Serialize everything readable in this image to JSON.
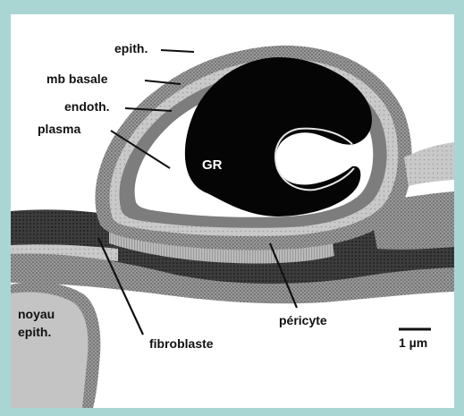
{
  "labels": {
    "epith": "epith.",
    "mb_basale": "mb basale",
    "endoth": "endoth.",
    "plasma": "plasma",
    "gr": "GR",
    "noyau_line1": "noyau",
    "noyau_line2": "epith.",
    "fibroblaste": "fibroblaste",
    "pericyte": "péricyte",
    "scale": "1 µm"
  },
  "colors": {
    "frame": "#a9d6d3",
    "background": "#ffffff",
    "red_cell": "#050505",
    "tissue_dark": "#3a3a3a",
    "tissue_mid": "#8a8a8a",
    "tissue_light": "#c8c8c8"
  }
}
